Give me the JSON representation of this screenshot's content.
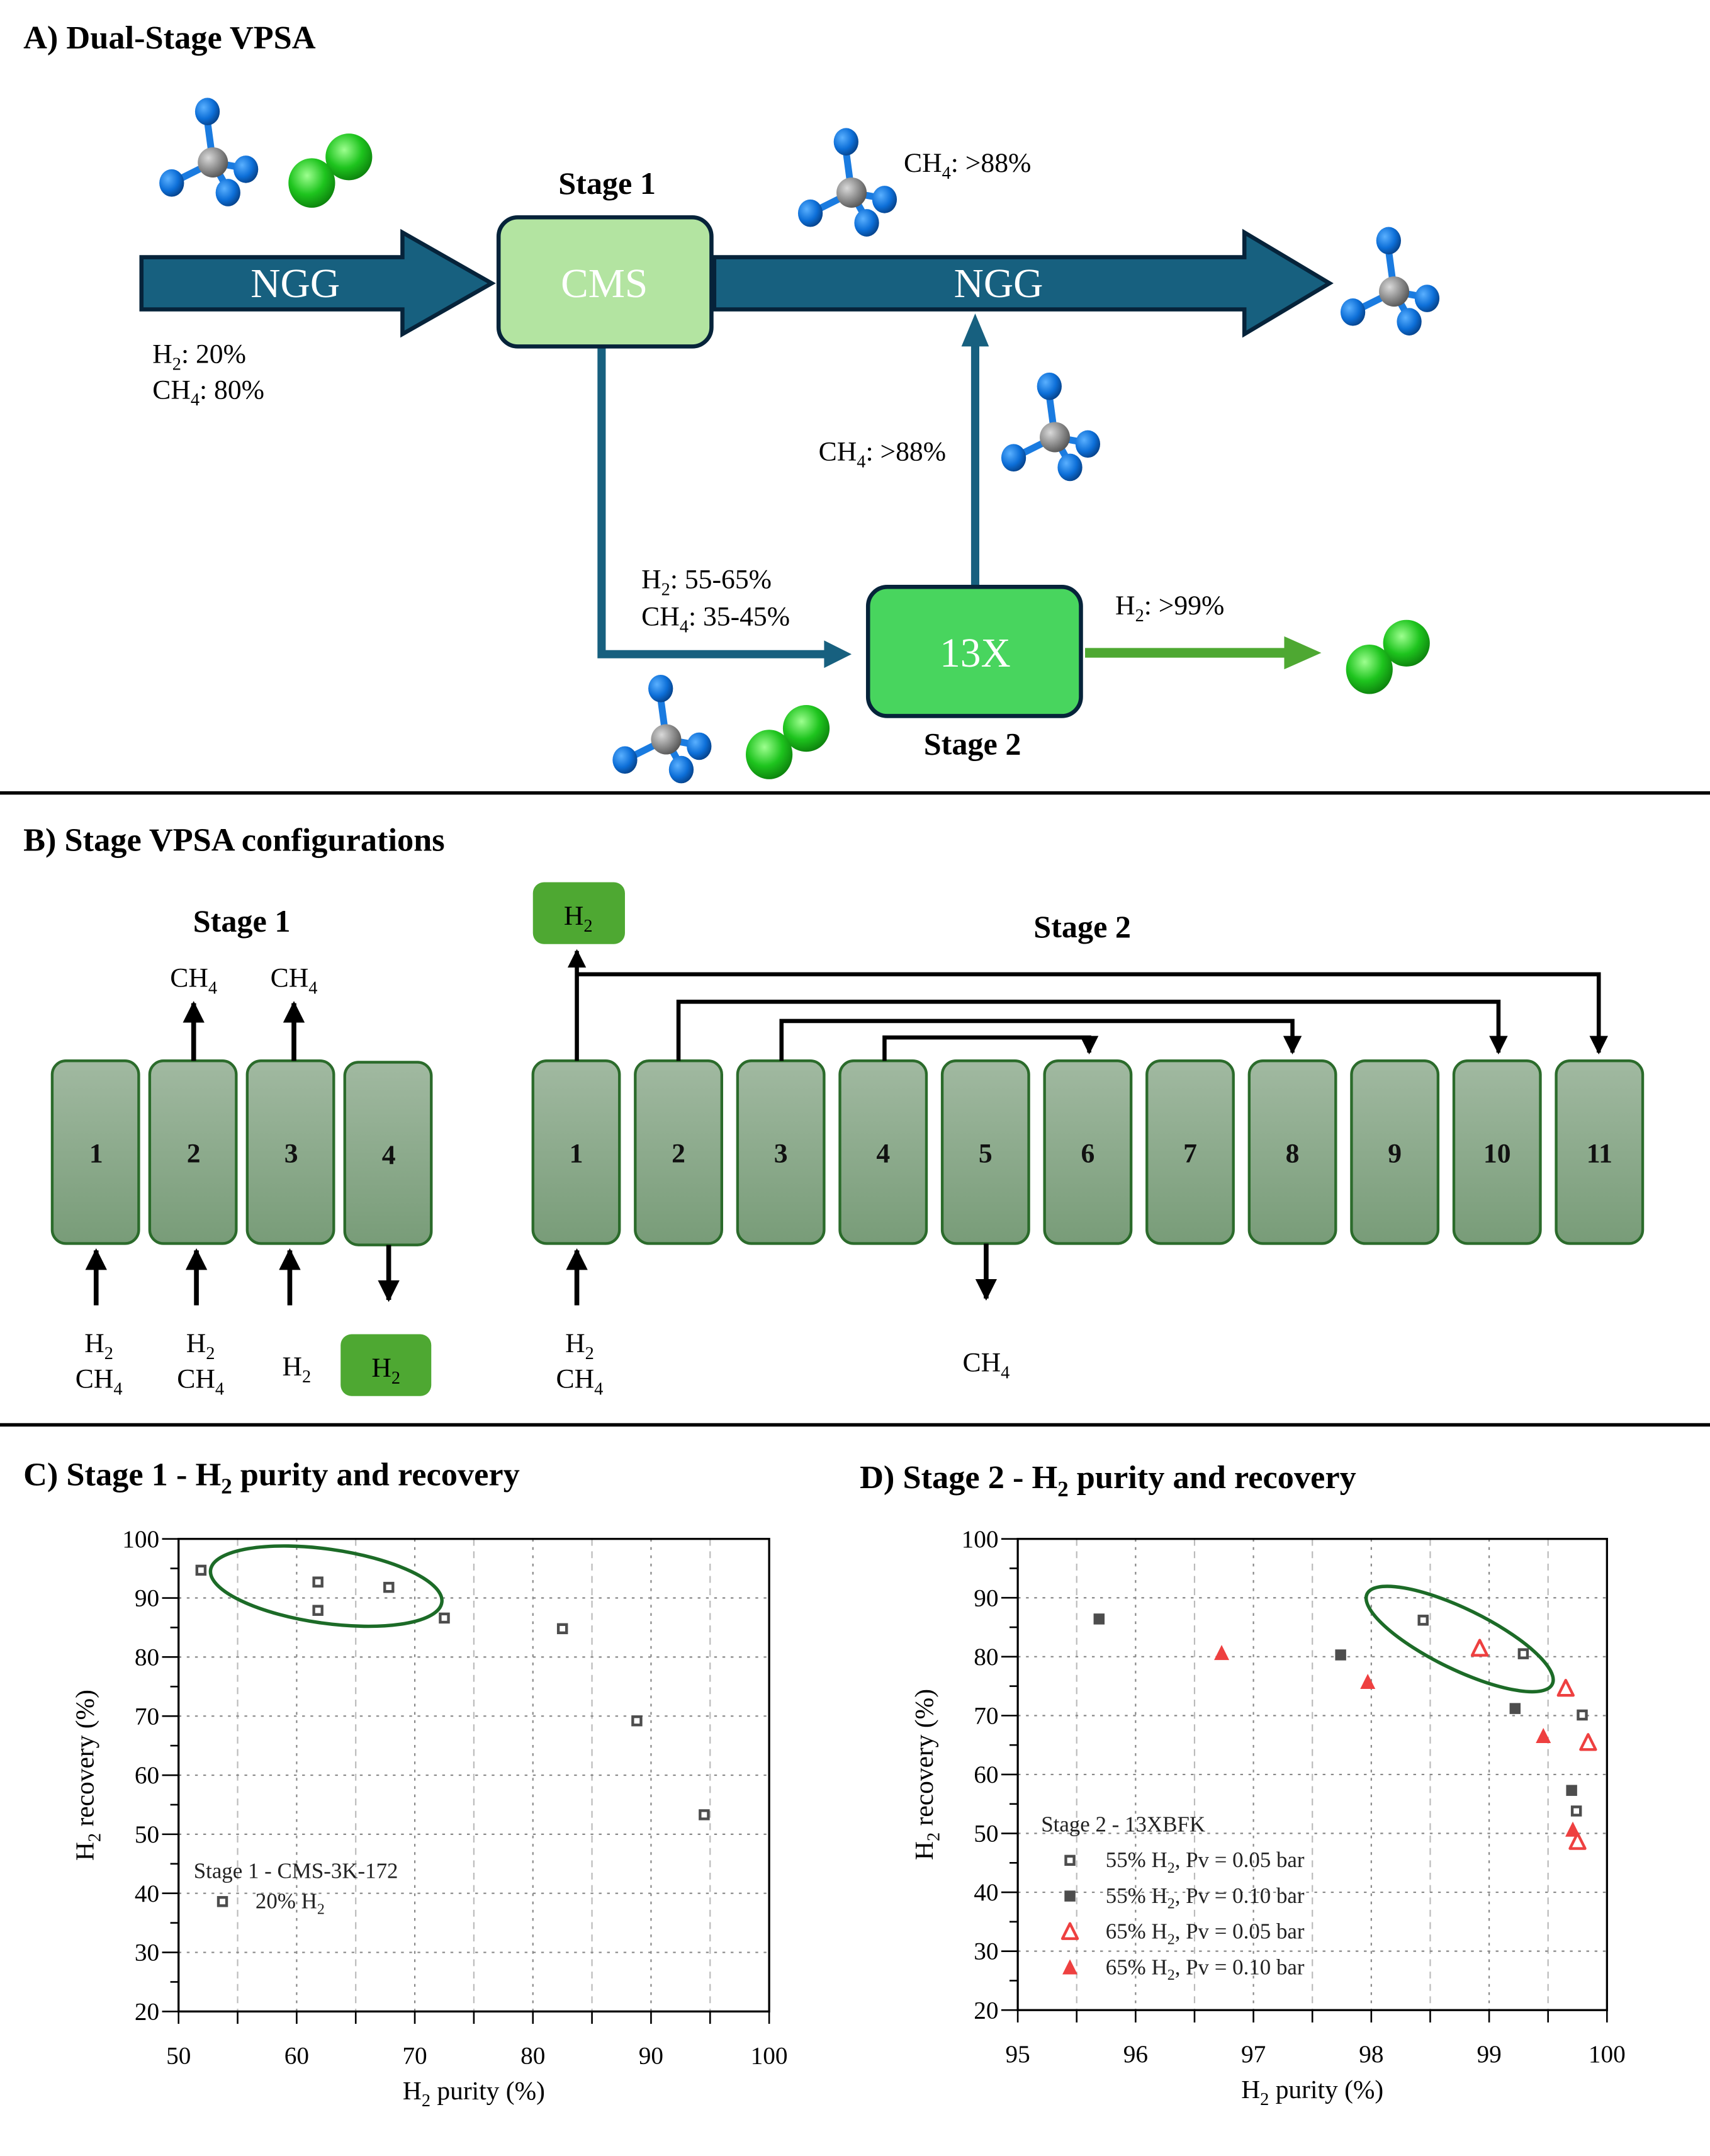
{
  "panelA": {
    "title": "A) Dual-Stage VPSA",
    "stage1_label": "Stage 1",
    "stage2_label": "Stage 2",
    "stage1_box": "CMS",
    "stage2_box": "13X",
    "feed_arrow": "NGG",
    "product_arrow": "NGG",
    "feed_composition": [
      {
        "species": "H",
        "sub": "2",
        "value": ": 20%"
      },
      {
        "species": "CH",
        "sub": "4",
        "value": ": 80%"
      }
    ],
    "stage1_product": {
      "species": "CH",
      "sub": "4",
      "value": ": >88%"
    },
    "stage2_recycle": {
      "species": "CH",
      "sub": "4",
      "value": ": >88%"
    },
    "stage2_feed": [
      {
        "species": "H",
        "sub": "2",
        "value": ": 55-65%"
      },
      {
        "species": "CH",
        "sub": "4",
        "value": ": 35-45%"
      }
    ],
    "stage2_product": {
      "species": "H",
      "sub": "2",
      "value": ": >99%"
    },
    "colors": {
      "stream": "#17607f",
      "stream_outline": "#06233a",
      "cms_box": "#b3e4a1",
      "x13_box": "#48d55e",
      "h2_stream": "#4ea832",
      "methane_h": "#0d6fd8",
      "methane_c": "#8a8a8a",
      "h2_molecule": "#1ec41e"
    }
  },
  "panelB": {
    "title": "B) Stage VPSA configurations",
    "stage1": {
      "label": "Stage 1",
      "columns": [
        "1",
        "2",
        "3",
        "4"
      ],
      "top_outputs": [
        {
          "col": "2",
          "species": "CH",
          "sub": "4"
        },
        {
          "col": "3",
          "species": "CH",
          "sub": "4"
        }
      ],
      "bottom_labels": [
        {
          "col": "1",
          "lines": [
            {
              "species": "H",
              "sub": "2"
            },
            {
              "species": "CH",
              "sub": "4"
            }
          ]
        },
        {
          "col": "2",
          "lines": [
            {
              "species": "H",
              "sub": "2"
            },
            {
              "species": "CH",
              "sub": "4"
            }
          ]
        },
        {
          "col": "3",
          "lines": [
            {
              "species": "H",
              "sub": "2"
            }
          ]
        },
        {
          "col": "4",
          "product_box": {
            "species": "H",
            "sub": "2"
          }
        }
      ]
    },
    "stage2": {
      "label": "Stage 2",
      "columns": [
        "1",
        "2",
        "3",
        "4",
        "5",
        "6",
        "7",
        "8",
        "9",
        "10",
        "11"
      ],
      "product_box": {
        "species": "H",
        "sub": "2"
      },
      "connections": [
        {
          "from": "1",
          "to": "11"
        },
        {
          "from": "2",
          "to": "10"
        },
        {
          "from": "3",
          "to": "8"
        },
        {
          "from": "4",
          "to": "6"
        }
      ],
      "feed_label": [
        {
          "species": "H",
          "sub": "2"
        },
        {
          "species": "CH",
          "sub": "4"
        }
      ],
      "blowdown": {
        "col": "5",
        "species": "CH",
        "sub": "4"
      }
    },
    "colors": {
      "column_top": "#a1b9a1",
      "column_bottom": "#789c78",
      "column_border": "#2b6b2b",
      "product_box": "#4ea832"
    }
  },
  "chart_data": [
    {
      "id": "C",
      "type": "scatter",
      "title": "C) Stage 1 - H2 purity and recovery",
      "title_parts": {
        "pre": "C) Stage 1 - H",
        "sub": "2",
        "post": " purity and recovery"
      },
      "xlabel": "H2 purity (%)",
      "ylabel": "H2 recovery (%)",
      "xlim": [
        50,
        100
      ],
      "ylim": [
        20,
        100
      ],
      "xticks": [
        50,
        60,
        70,
        80,
        90,
        100
      ],
      "yticks": [
        20,
        30,
        40,
        50,
        60,
        70,
        80,
        90,
        100
      ],
      "grid": true,
      "legend_title": "Stage 1 - CMS-3K-172",
      "legend_position": "bottom-left",
      "series": [
        {
          "name": "20% H2",
          "label_parts": {
            "pre": "20% H",
            "sub": "2",
            "post": ""
          },
          "marker": "open-square",
          "color": "#4d4d4d",
          "x": [
            51.9,
            61.8,
            61.8,
            67.8,
            72.5,
            82.5,
            88.8,
            94.5
          ],
          "y": [
            94.7,
            92.7,
            87.9,
            91.8,
            86.6,
            84.8,
            69.2,
            53.3
          ]
        }
      ],
      "annotation": {
        "type": "ellipse",
        "color": "#1c6b27",
        "note": "highlighted points",
        "points_enclosed": 4
      }
    },
    {
      "id": "D",
      "type": "scatter",
      "title": "D) Stage 2 - H2 purity and recovery",
      "title_parts": {
        "pre": "D) Stage 2 - H",
        "sub": "2",
        "post": " purity and recovery"
      },
      "xlabel": "H2 purity (%)",
      "ylabel": "H2 recovery (%)",
      "xlim": [
        95,
        100
      ],
      "ylim": [
        20,
        100
      ],
      "xticks": [
        95,
        96,
        97,
        98,
        99,
        100
      ],
      "yticks": [
        20,
        30,
        40,
        50,
        60,
        70,
        80,
        90,
        100
      ],
      "grid": true,
      "legend_title": "Stage 2 - 13XBFK",
      "legend_position": "bottom-left",
      "series": [
        {
          "name": "55% H2, Pv = 0.05 bar",
          "label_parts": {
            "pre": "55% H",
            "sub": "2",
            "post": ", Pv = 0.05 bar"
          },
          "marker": "open-square",
          "color": "#4d4d4d",
          "x": [
            98.44,
            99.29,
            99.79,
            99.74
          ],
          "y": [
            86.2,
            80.5,
            70.1,
            53.8
          ]
        },
        {
          "name": "55% H2, Pv = 0.10 bar",
          "label_parts": {
            "pre": "55% H",
            "sub": "2",
            "post": ", Pv = 0.10 bar"
          },
          "marker": "filled-square",
          "color": "#4d4d4d",
          "x": [
            95.69,
            97.74,
            99.22,
            99.7
          ],
          "y": [
            86.4,
            80.3,
            71.2,
            57.3
          ]
        },
        {
          "name": "65% H2, Pv = 0.05 bar",
          "label_parts": {
            "pre": "65% H",
            "sub": "2",
            "post": ", Pv = 0.05 bar"
          },
          "marker": "open-triangle",
          "color": "#ee4040",
          "x": [
            98.92,
            99.65,
            99.84,
            99.75
          ],
          "y": [
            81.4,
            74.6,
            65.4,
            48.6
          ]
        },
        {
          "name": "65% H2, Pv = 0.10 bar",
          "label_parts": {
            "pre": "65% H",
            "sub": "2",
            "post": ", Pv = 0.10 bar"
          },
          "marker": "filled-triangle",
          "color": "#ee4040",
          "x": [
            96.73,
            97.97,
            99.46,
            99.71
          ],
          "y": [
            80.6,
            75.7,
            66.5,
            50.6
          ]
        }
      ],
      "annotation": {
        "type": "ellipse",
        "color": "#1c6b27",
        "note": "highlighted points",
        "points_enclosed": 3
      }
    }
  ]
}
